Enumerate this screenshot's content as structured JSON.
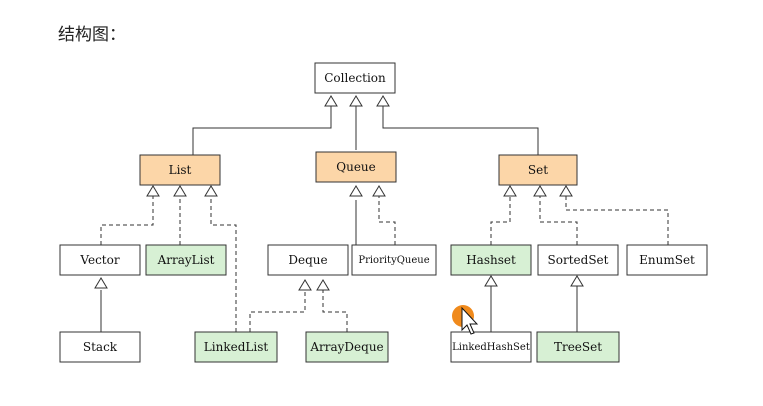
{
  "heading": "结构图：",
  "colors": {
    "interface": "#fcd6a8",
    "implementation": "#d7f0d4",
    "plain": "#ffffff",
    "cursor": "#f08a1c"
  },
  "nodes": {
    "collection": "Collection",
    "list": "List",
    "queue": "Queue",
    "set": "Set",
    "vector": "Vector",
    "arraylist": "ArrayList",
    "deque": "Deque",
    "priorityqueue": "PriorityQueue",
    "hashset": "Hashset",
    "sortedset": "SortedSet",
    "enumset": "EnumSet",
    "stack": "Stack",
    "linkedlist": "LinkedList",
    "arraydeque": "ArrayDeque",
    "linkedhashset": "LinkedHashSet",
    "treeset": "TreeSet"
  }
}
